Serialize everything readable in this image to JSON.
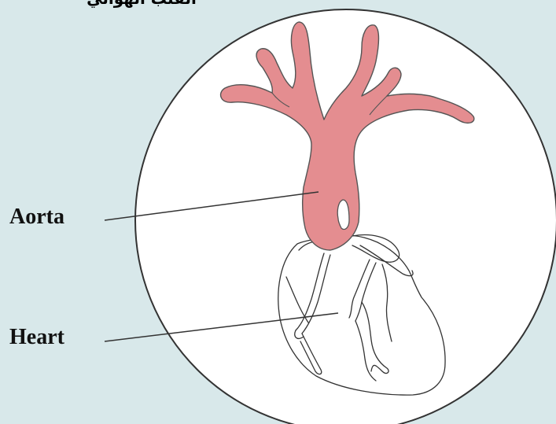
{
  "title": "القلب الهوائي",
  "labels": {
    "aorta": "Aorta",
    "heart": "Heart"
  },
  "colors": {
    "background": "#d8e8ea",
    "aorta_fill": "#e48d90",
    "outline": "#333333"
  }
}
